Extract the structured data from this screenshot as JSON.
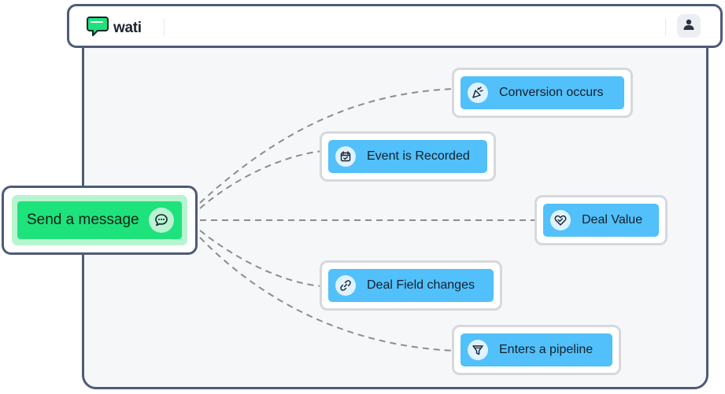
{
  "app": {
    "name": "wati",
    "logo_icon": "wati-chat-bubble-logo"
  },
  "header": {
    "avatar_icon": "user-icon"
  },
  "source_node": {
    "label": "Send a message",
    "icon": "chat-bubble-icon",
    "color": "#1ee27c"
  },
  "targets": [
    {
      "id": "conversion",
      "label": "Conversion occurs",
      "icon": "party-popper-icon"
    },
    {
      "id": "event",
      "label": "Event is Recorded",
      "icon": "calendar-check-icon"
    },
    {
      "id": "deal-value",
      "label": "Deal Value",
      "icon": "heart-handshake-icon"
    },
    {
      "id": "deal-field",
      "label": "Deal Field changes",
      "icon": "link-icon"
    },
    {
      "id": "pipeline",
      "label": "Enters a pipeline",
      "icon": "funnel-icon"
    }
  ],
  "colors": {
    "frame": "#4e5a78",
    "node": "#52c0fa",
    "connector": "#8a8d92"
  }
}
